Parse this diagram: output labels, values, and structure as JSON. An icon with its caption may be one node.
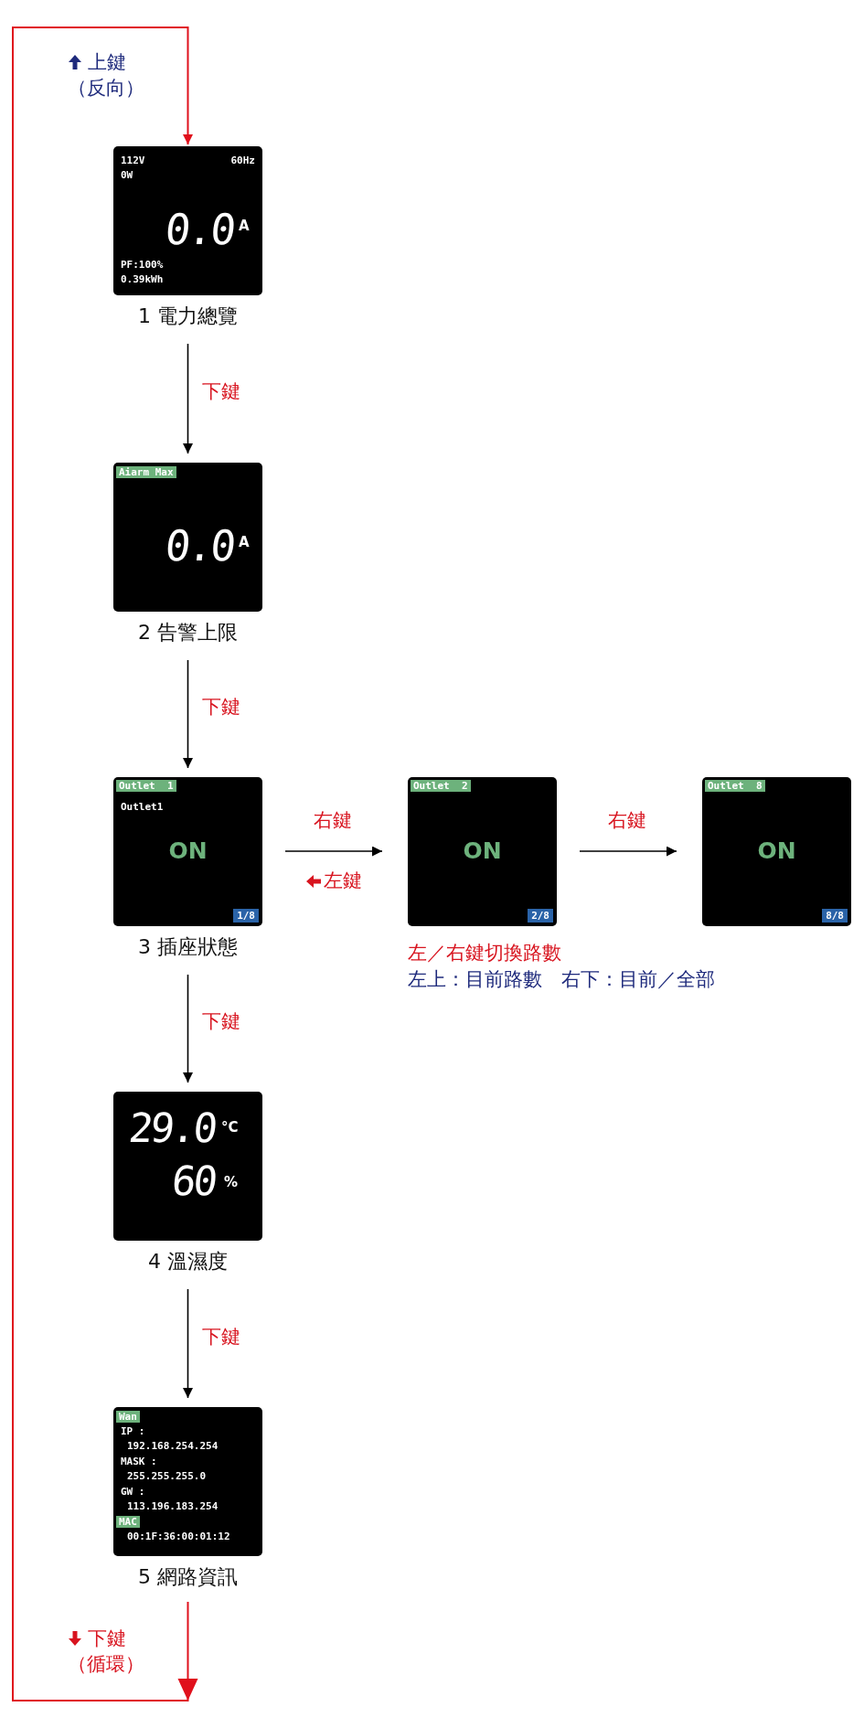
{
  "diagram": {
    "nodes": [
      {
        "text": [
          "112V",
          "60Hz",
          "0W",
          "0.0",
          "A",
          "PF:100%",
          "0.39kWh"
        ],
        "beside": [
          "1 電力總覽"
        ]
      },
      {
        "text": [
          "Aiarm Max",
          "0.0",
          "A"
        ],
        "beside": [
          "2 告警上限"
        ]
      },
      {
        "text": [
          "Outlet  1",
          "Outlet1",
          "ON",
          "1/8"
        ],
        "beside": [
          "3 插座狀態"
        ]
      },
      {
        "text": [
          "Outlet  2",
          "ON",
          "2/8"
        ]
      },
      {
        "text": [
          "Outlet  8",
          "ON",
          "8/8"
        ]
      },
      {
        "text": [
          "29.0",
          "°C",
          "60",
          "%"
        ],
        "beside": [
          "4 溫濕度"
        ]
      },
      {
        "text": [
          "Wan",
          "IP :",
          "192.168.254.254",
          "MASK :",
          "255.255.255.0",
          "GW :",
          "113.196.183.254",
          "MAC",
          "00:1F:36:00:01:12"
        ],
        "beside": [
          "5 網路資訊"
        ]
      }
    ],
    "edges": [
      {
        "from": 0,
        "to": 1,
        "arrow": "to",
        "label": "下鍵"
      },
      {
        "from": 1,
        "to": 2,
        "arrow": "to",
        "label": "下鍵"
      },
      {
        "from": 2,
        "to": 3,
        "arrow": "to",
        "label": "右鍵"
      },
      {
        "from": 3,
        "to": 4,
        "arrow": "to",
        "label": "右鍵"
      },
      {
        "from": 2,
        "to": 5,
        "arrow": "to",
        "label": "下鍵"
      },
      {
        "from": 5,
        "to": 6,
        "arrow": "to",
        "label": "下鍵"
      },
      {
        "from": 6,
        "to": 0,
        "arrow": "to",
        "color": "#e0101c",
        "label": "下鍵（循環）"
      }
    ],
    "labels": [
      "上鍵（反向）",
      "左鍵",
      "左／右鍵切換路數",
      "左上：目前路數",
      "右下：目前／全部"
    ]
  }
}
